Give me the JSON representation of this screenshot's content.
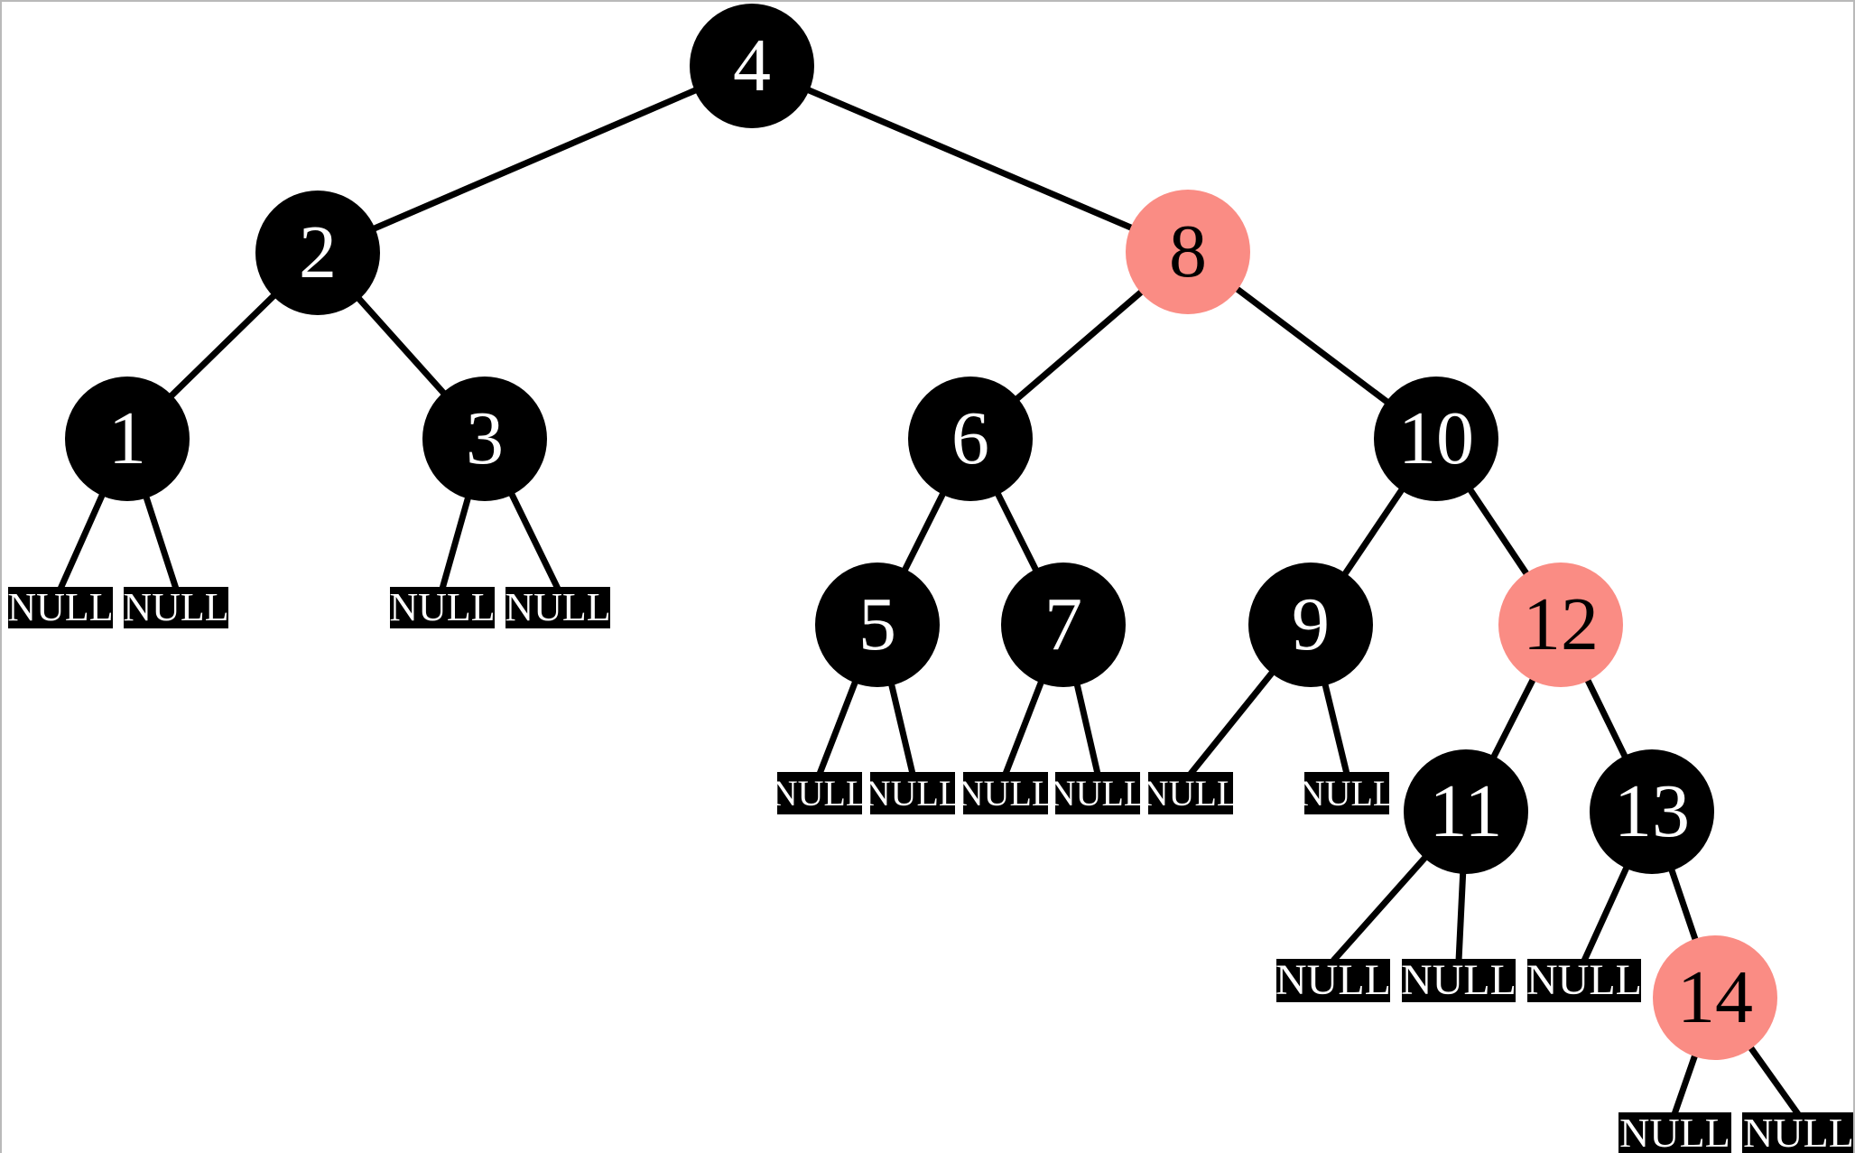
{
  "diagram": {
    "type": "red-black-binary-tree",
    "null_label": "NULL",
    "colors": {
      "black_node_fill": "#000000",
      "red_node_fill": "#fa8c84",
      "edge_stroke": "#000000",
      "text_on_black": "#ffffff",
      "text_on_red": "#000000",
      "frame_border": "#b9b9b9",
      "background": "#ffffff"
    },
    "nodes": [
      {
        "id": "4",
        "label": "4",
        "color": "black"
      },
      {
        "id": "2",
        "label": "2",
        "color": "black"
      },
      {
        "id": "8",
        "label": "8",
        "color": "red"
      },
      {
        "id": "1",
        "label": "1",
        "color": "black"
      },
      {
        "id": "3",
        "label": "3",
        "color": "black"
      },
      {
        "id": "6",
        "label": "6",
        "color": "black"
      },
      {
        "id": "10",
        "label": "10",
        "color": "black"
      },
      {
        "id": "5",
        "label": "5",
        "color": "black"
      },
      {
        "id": "7",
        "label": "7",
        "color": "black"
      },
      {
        "id": "9",
        "label": "9",
        "color": "black"
      },
      {
        "id": "12",
        "label": "12",
        "color": "red"
      },
      {
        "id": "11",
        "label": "11",
        "color": "black"
      },
      {
        "id": "13",
        "label": "13",
        "color": "black"
      },
      {
        "id": "14",
        "label": "14",
        "color": "red"
      }
    ],
    "edges": [
      [
        "4",
        "2"
      ],
      [
        "4",
        "8"
      ],
      [
        "2",
        "1"
      ],
      [
        "2",
        "3"
      ],
      [
        "8",
        "6"
      ],
      [
        "8",
        "10"
      ],
      [
        "1",
        "NULL"
      ],
      [
        "1",
        "NULL"
      ],
      [
        "3",
        "NULL"
      ],
      [
        "3",
        "NULL"
      ],
      [
        "6",
        "5"
      ],
      [
        "6",
        "7"
      ],
      [
        "10",
        "9"
      ],
      [
        "10",
        "12"
      ],
      [
        "5",
        "NULL"
      ],
      [
        "5",
        "NULL"
      ],
      [
        "7",
        "NULL"
      ],
      [
        "7",
        "NULL"
      ],
      [
        "9",
        "NULL"
      ],
      [
        "9",
        "NULL"
      ],
      [
        "12",
        "11"
      ],
      [
        "12",
        "13"
      ],
      [
        "11",
        "NULL"
      ],
      [
        "11",
        "NULL"
      ],
      [
        "13",
        "NULL"
      ],
      [
        "13",
        "14"
      ],
      [
        "14",
        "NULL"
      ],
      [
        "14",
        "NULL"
      ]
    ]
  }
}
